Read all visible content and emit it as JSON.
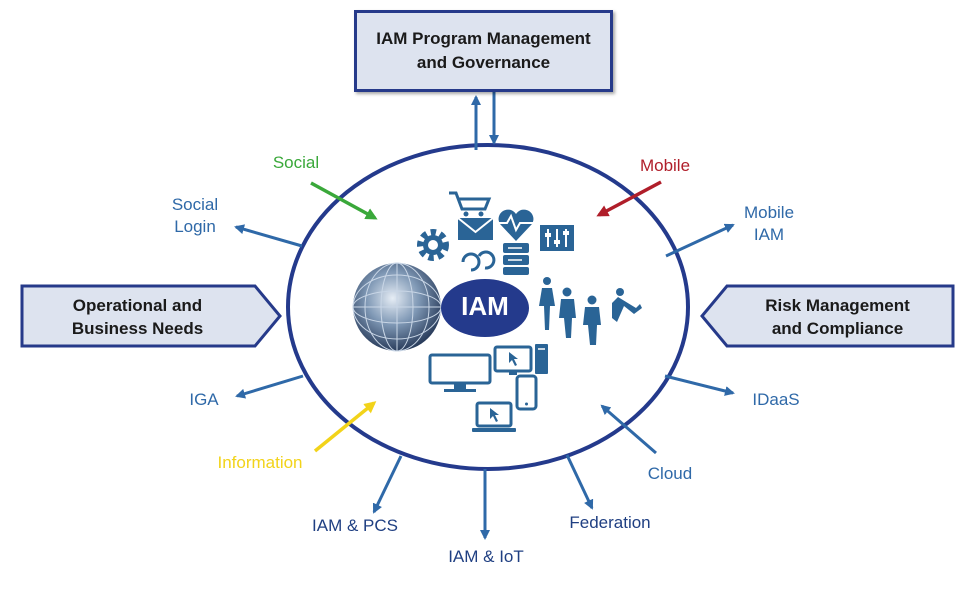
{
  "boxes": {
    "top_line1": "IAM Program Management",
    "top_line2": "and Governance",
    "left_line1": "Operational and",
    "left_line2": "Business Needs",
    "right_line1": "Risk Management",
    "right_line2": "and Compliance"
  },
  "center": {
    "label": "IAM"
  },
  "labels": {
    "social": "Social",
    "social_login_1": "Social",
    "social_login_2": "Login",
    "mobile": "Mobile",
    "mobile_iam_1": "Mobile",
    "mobile_iam_2": "IAM",
    "iga": "IGA",
    "idaas": "IDaaS",
    "information": "Information",
    "cloud": "Cloud",
    "iam_pcs": "IAM & PCS",
    "iam_iot": "IAM & IoT",
    "federation": "Federation"
  },
  "colors": {
    "ring": "#243a8c",
    "arrow_blue": "#2f69a8",
    "social_green": "#3aa83a",
    "mobile_red": "#b01e2a",
    "information_yellow": "#f2d31a",
    "box_fill": "#dde3ef",
    "iam_ellipse": "#243a8c",
    "icon_blue": "#2a6496"
  },
  "icons": [
    "shopping-cart-icon",
    "envelope-icon",
    "heartbeat-icon",
    "gear-icon",
    "server-icon",
    "sliders-icon",
    "sync-icon",
    "globe-icon",
    "people-icon",
    "monitor-icon",
    "desktop-icon",
    "phone-icon",
    "laptop-icon"
  ]
}
